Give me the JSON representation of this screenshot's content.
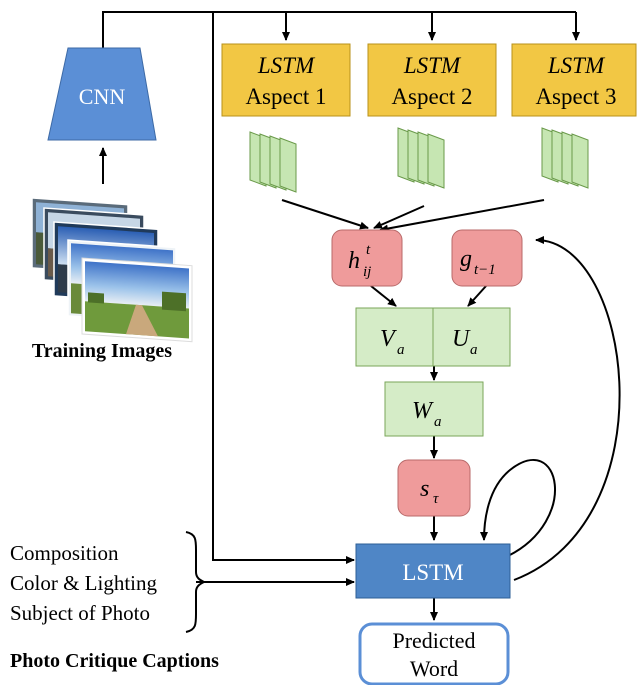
{
  "colors": {
    "cnn_fill": "#5b8fd6",
    "lstm_aspect_fill": "#f2c744",
    "feature_map_fill": "#c6e6b2",
    "green_box_fill": "#d5ecc7",
    "red_box_fill": "#ef9b9b",
    "lstm_bottom_fill": "#4f86c6",
    "predicted_border": "#5b8fd6",
    "line": "#000000"
  },
  "cnn": {
    "label": "CNN"
  },
  "training_images": {
    "caption": "Training Images"
  },
  "aspects": [
    {
      "title": "LSTM",
      "label": "Aspect 1"
    },
    {
      "title": "LSTM",
      "label": "Aspect 2"
    },
    {
      "title": "LSTM",
      "label": "Aspect 3"
    }
  ],
  "hidden_state": {
    "base": "h",
    "sup": "t",
    "sub": "ij"
  },
  "gate": {
    "base": "g",
    "sub": "t−1"
  },
  "Va": {
    "base": "V",
    "sub": "a"
  },
  "Ua": {
    "base": "U",
    "sub": "a"
  },
  "Wa": {
    "base": "W",
    "sub": "a"
  },
  "s_tau": {
    "base": "s",
    "sub": "τ"
  },
  "lstm_main": {
    "label": "LSTM"
  },
  "predicted": {
    "line1": "Predicted",
    "line2": "Word"
  },
  "captions": {
    "items": [
      "Composition",
      "Color & Lighting",
      "Subject of Photo"
    ],
    "title": "Photo Critique Captions"
  }
}
